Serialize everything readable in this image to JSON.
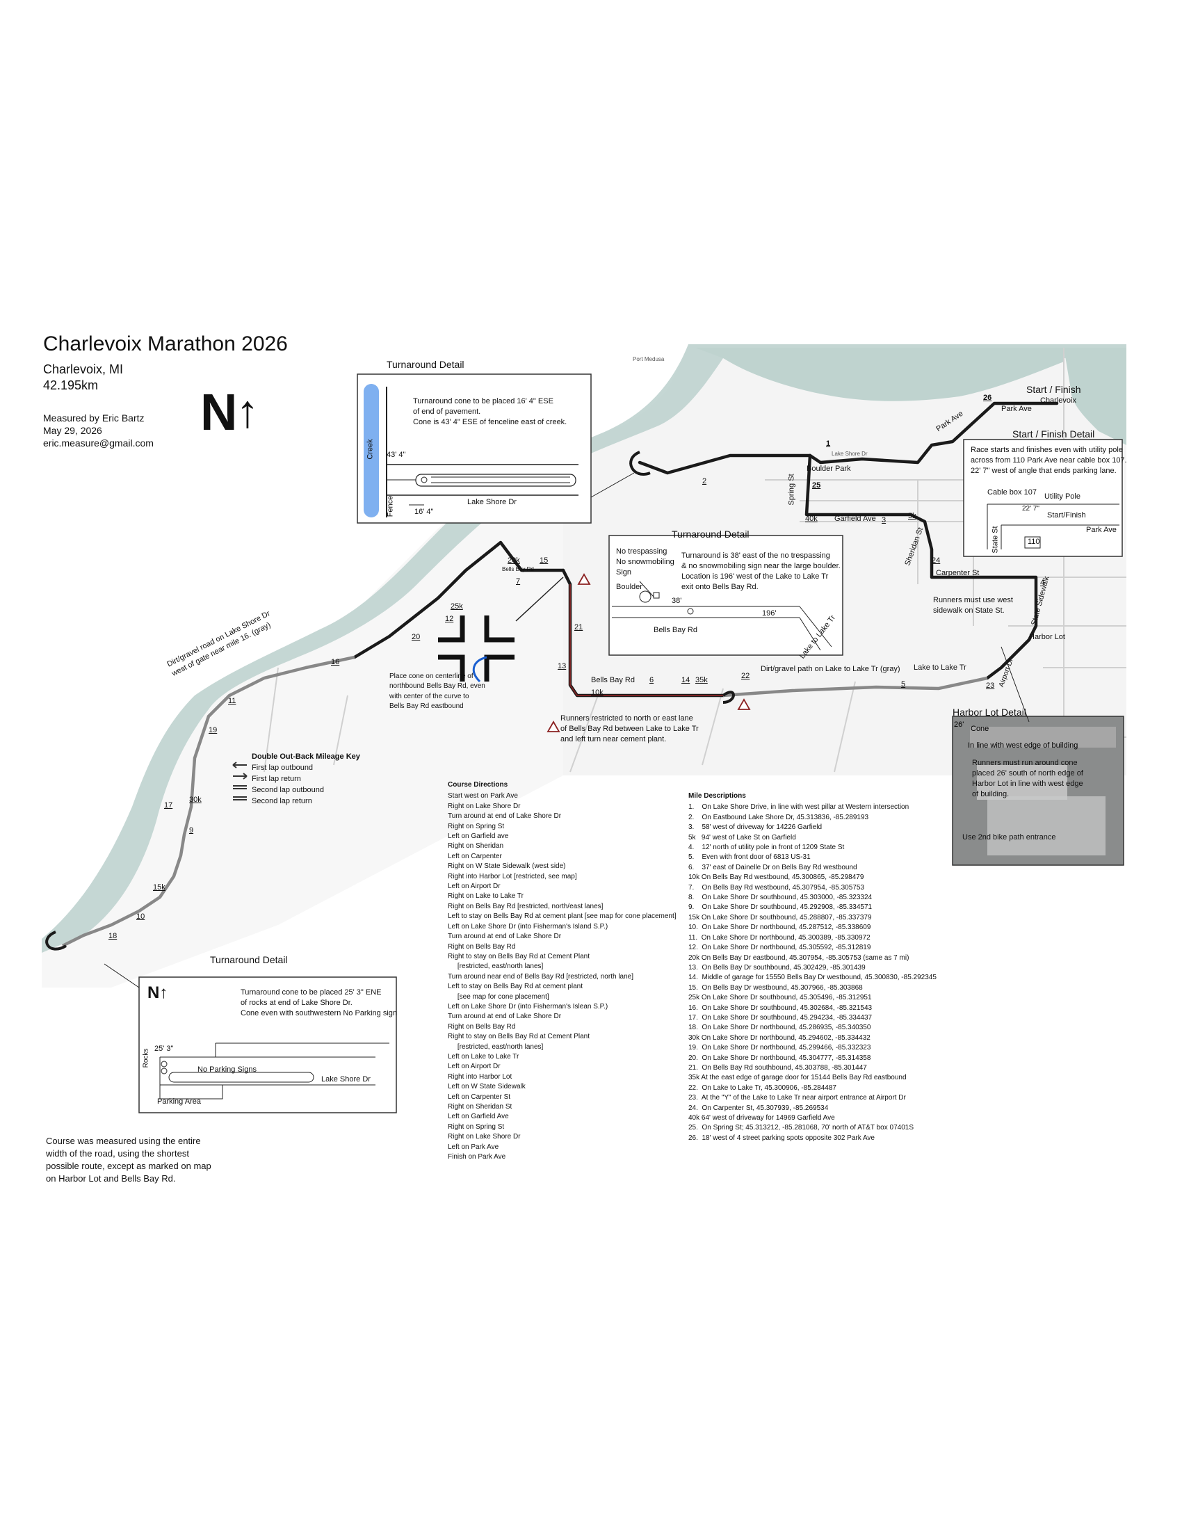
{
  "header": {
    "title": "Charlevoix Marathon 2026",
    "location": "Charlevoix, MI",
    "distance": "42.195km",
    "measured_by": "Measured by Eric Bartz",
    "date": "May 29, 2026",
    "email": "eric.measure@gmail.com",
    "north_label": "N",
    "north_arrow": "↑"
  },
  "turnaround_top": {
    "title": "Turnaround Detail",
    "text1": "Turnaround cone to be placed 16' 4\" ESE",
    "text2": "of end of pavement.",
    "text3": "Cone is 43' 4\" ESE of fenceline east of creek.",
    "creek": "Creek",
    "fence": "Fence",
    "dim1": "43' 4\"",
    "dim2": "16' 4\"",
    "road": "Lake Shore Dr"
  },
  "turnaround_mid": {
    "title": "Turnaround Detail",
    "sign1": "No trespassing",
    "sign2": "No snowmobiling",
    "sign3": "Sign",
    "boulder": "Boulder",
    "text1": "Turnaround is 38' east of the no trespassing",
    "text2": "& no snowmobiling sign near the large boulder.",
    "text3": "Location is 196' west of the Lake to Lake Tr",
    "text4": "exit onto Bells Bay Rd.",
    "dim1": "38'",
    "dim2": "196'",
    "road1": "Bells Bay Rd",
    "road2": "Lake to Lake Tr"
  },
  "start_finish": {
    "label": "Start / Finish",
    "detail_title": "Start / Finish Detail",
    "text1": "Race starts and finishes even with utility pole",
    "text2": "across from 110 Park Ave near cable box 107.",
    "text3": "22' 7\" west of angle that ends parking lane.",
    "cable": "Cable box 107",
    "pole": "Utility Pole",
    "dim": "22' 7\"",
    "sf": "Start/Finish",
    "park": "Park Ave",
    "state": "State St",
    "number": "110"
  },
  "harbor": {
    "title": "Harbor Lot Detail",
    "dim": "26'",
    "cone": "Cone",
    "line": "In line with west edge of building",
    "note1": "Runners must run around cone",
    "note2": "placed 26' south of north edge of",
    "note3": "Harbor Lot in line with west edge",
    "note4": "of building.",
    "entrance": "Use 2nd bike path entrance"
  },
  "turnaround_bottom": {
    "title": "Turnaround Detail",
    "north": "N",
    "text1": "Turnaround cone to be placed 25' 3\" ENE",
    "text2": "of rocks at end of Lake Shore Dr.",
    "text3": "Cone even with southwestern No Parking sign",
    "rocks": "Rocks",
    "dim": "25' 3\"",
    "signs": "No Parking Signs",
    "parking": "Parking Area",
    "road": "Lake Shore Dr"
  },
  "map_labels": {
    "park_ave": "Park Ave",
    "park_ave2": "Park Ave",
    "charlevoix": "Charlevoix",
    "boulder_park": "Boulder Park",
    "spring_st": "Spring St",
    "garfield": "Garfield Ave",
    "sheridan": "Sheridan St",
    "carpenter": "Carpenter St",
    "state_sidewalk": "State Sidewalk",
    "runners_west1": "Runners must use west",
    "runners_west2": "sidewalk on State St.",
    "harbor_lot": "Harbor Lot",
    "lake_to_lake": "Lake to Lake Tr",
    "airport_dr": "Airport Dr",
    "dirt_path": "Dirt/gravel path on Lake to Lake Tr (gray)",
    "bells_bay": "Bells Bay Rd",
    "bells_bay_small": "Bells Bay Rd",
    "restrict1": "Runners restricted to north or east lane",
    "restrict2": "of Bells Bay Rd between Lake to Lake Tr",
    "restrict3": "and left turn near cement plant.",
    "cone_note1": "Place cone on centerline of",
    "cone_note2": "northbound Bells Bay Rd, even",
    "cone_note3": "with center of the curve to",
    "cone_note4": "Bells Bay Rd eastbound",
    "dirt_lakeshore1": "Dirt/gravel road on Lake Shore Dr",
    "dirt_lakeshore2": "west of gate near mile 16. (gray)",
    "port_medusa": "Port Medusa",
    "lake_shore_dr": "Lake Shore Dr"
  },
  "miles": {
    "m1": "1",
    "m2": "2",
    "m3": "3",
    "m4": "4",
    "m5": "5",
    "m6": "6",
    "m7": "7",
    "m9": "9",
    "m10": "10",
    "m11": "11",
    "m12": "12",
    "m13": "13",
    "m14": "14",
    "m15": "15",
    "m16": "16",
    "m17": "17",
    "m18": "18",
    "m19": "19",
    "m20": "20",
    "m21": "21",
    "m22": "22",
    "m23": "23",
    "m24": "24",
    "m25": "25",
    "m26": "26",
    "k5": "5k",
    "k10": "10k",
    "k15": "15k",
    "k20": "20k",
    "k25": "25k",
    "k30": "30k",
    "k35": "35k",
    "k40": "40k"
  },
  "legend": {
    "title": "Double Out-Back Mileage Key",
    "items": [
      "First lap outbound",
      "First lap return",
      "Second lap outbound",
      "Second lap return"
    ]
  },
  "course_directions": {
    "title": "Course Directions",
    "items": [
      "Start west on Park Ave",
      "Right on Lake Shore Dr",
      "Turn around at end of Lake Shore Dr",
      "Right on Spring St",
      "Left on Garfield ave",
      "Right on Sheridan",
      "Left on Carpenter",
      "Right on W State Sidewalk (west side)",
      "Right into Harbor Lot [restricted, see map]",
      "Left on Airport Dr",
      "Right on Lake to Lake Tr",
      "Right on Bells Bay Rd [restricted, north/east lanes]",
      "Left to stay on Bells Bay Rd at cement plant [see map for cone placement]",
      "Left on Lake Shore Dr (into Fisherman's Island S.P.)",
      "Turn around at end of Lake Shore Dr",
      "Right on Bells Bay Rd",
      "Right to stay on Bells Bay Rd at Cement Plant",
      "     [restricted, east/north lanes]",
      "Turn around near end of Bells Bay Rd [restricted, north lane]",
      "Left to stay on Bells Bay Rd at cement plant",
      "     [see map for cone placement]",
      "Left on Lake Shore Dr (into Fisherman's Islean S.P.)",
      "Turn around at end of Lake Shore Dr",
      "Right on Bells Bay Rd",
      "Right to stay on Bells Bay Rd at Cement Plant",
      "     [restricted, east/north lanes]",
      "Left on Lake to Lake Tr",
      "Left on Airport Dr",
      "Right into Harbor Lot",
      "Left on W State Sidewalk",
      "Left on Carpenter St",
      "Right on Sheridan St",
      "Left on Garfield Ave",
      "Right on Spring St",
      "Right on Lake Shore Dr",
      "Left on Park Ave",
      "Finish on Park Ave"
    ]
  },
  "mile_descriptions": {
    "title": "Mile Descriptions",
    "items": [
      "1.    On Lake Shore Drive, in line with west pillar at Western intersection",
      "2.    On Eastbound Lake Shore Dr, 45.313836, -85.289193",
      "3.    58' west of driveway for 14226 Garfield",
      "5k   94' west of Lake St on Garfield",
      "4.    12' north of utility pole in front of 1209 State St",
      "5.    Even with front door of 6813 US-31",
      "6.    37' east of Dainelle Dr on Bells Bay Rd westbound",
      "10k On Bells Bay Rd westbound, 45.300865, -85.298479",
      "7.    On Bells Bay Rd westbound, 45.307954, -85.305753",
      "8.    On Lake Shore Dr southbound, 45.303000, -85.323324",
      "9.    On Lake Shore Dr southbound, 45.292908, -85.334571",
      "15k On Lake Shore Dr southbound, 45.288807, -85.337379",
      "10.  On Lake Shore Dr northbound, 45.287512, -85.338609",
      "11.  On Lake Shore Dr northbound, 45.300389, -85.330972",
      "12.  On Lake Shore Dr northbound, 45.305592, -85.312819",
      "20k On Bells Bay Dr eastbound, 45.307954, -85.305753 (same as 7 mi)",
      "13.  On Bells Bay Dr southbound, 45.302429, -85.301439",
      "14.  Middle of garage for 15550 Bells Bay Dr westbound, 45.300830, -85.292345",
      "15.  On Bells Bay Dr westbound, 45.307966, -85.303868",
      "25k On Lake Shore Dr southbound, 45.305496, -85.312951",
      "16.  On Lake Shore Dr southbound, 45.302684, -85.321543",
      "17.  On Lake Shore Dr southbound, 45.294234, -85.334437",
      "18.  On Lake Shore Dr northbound, 45.286935, -85.340350",
      "30k On Lake Shore Dr northbound, 45.294602, -85.334432",
      "19.  On Lake Shore Dr northbound, 45.299466, -85.332323",
      "20.  On Lake Shore Dr northbound, 45.304777, -85.314358",
      "21.  On Bells Bay Rd southbound, 45.303788, -85.301447",
      "35k At the east edge of garage door for 15144 Bells Bay Rd eastbound",
      "22.  On Lake to Lake Tr, 45.300906, -85.284487",
      "23.  At the \"Y\" of the Lake to Lake Tr near airport entrance at Airport Dr",
      "24.  On Carpenter St, 45.307939, -85.269534",
      "40k 64' west of driveway for 14969 Garfield Ave",
      "25.  On Spring St; 45.313212, -85.281068, 70' north of AT&T box 07401S",
      "26.  18' west of 4 street parking spots opposite 302 Park Ave"
    ]
  },
  "measurement_note": {
    "line1": "Course was measured using the entire",
    "line2": "width of the road, using the shortest",
    "line3": "possible route, except as marked on map",
    "line4": "on Harbor Lot and Bells Bay Rd."
  }
}
